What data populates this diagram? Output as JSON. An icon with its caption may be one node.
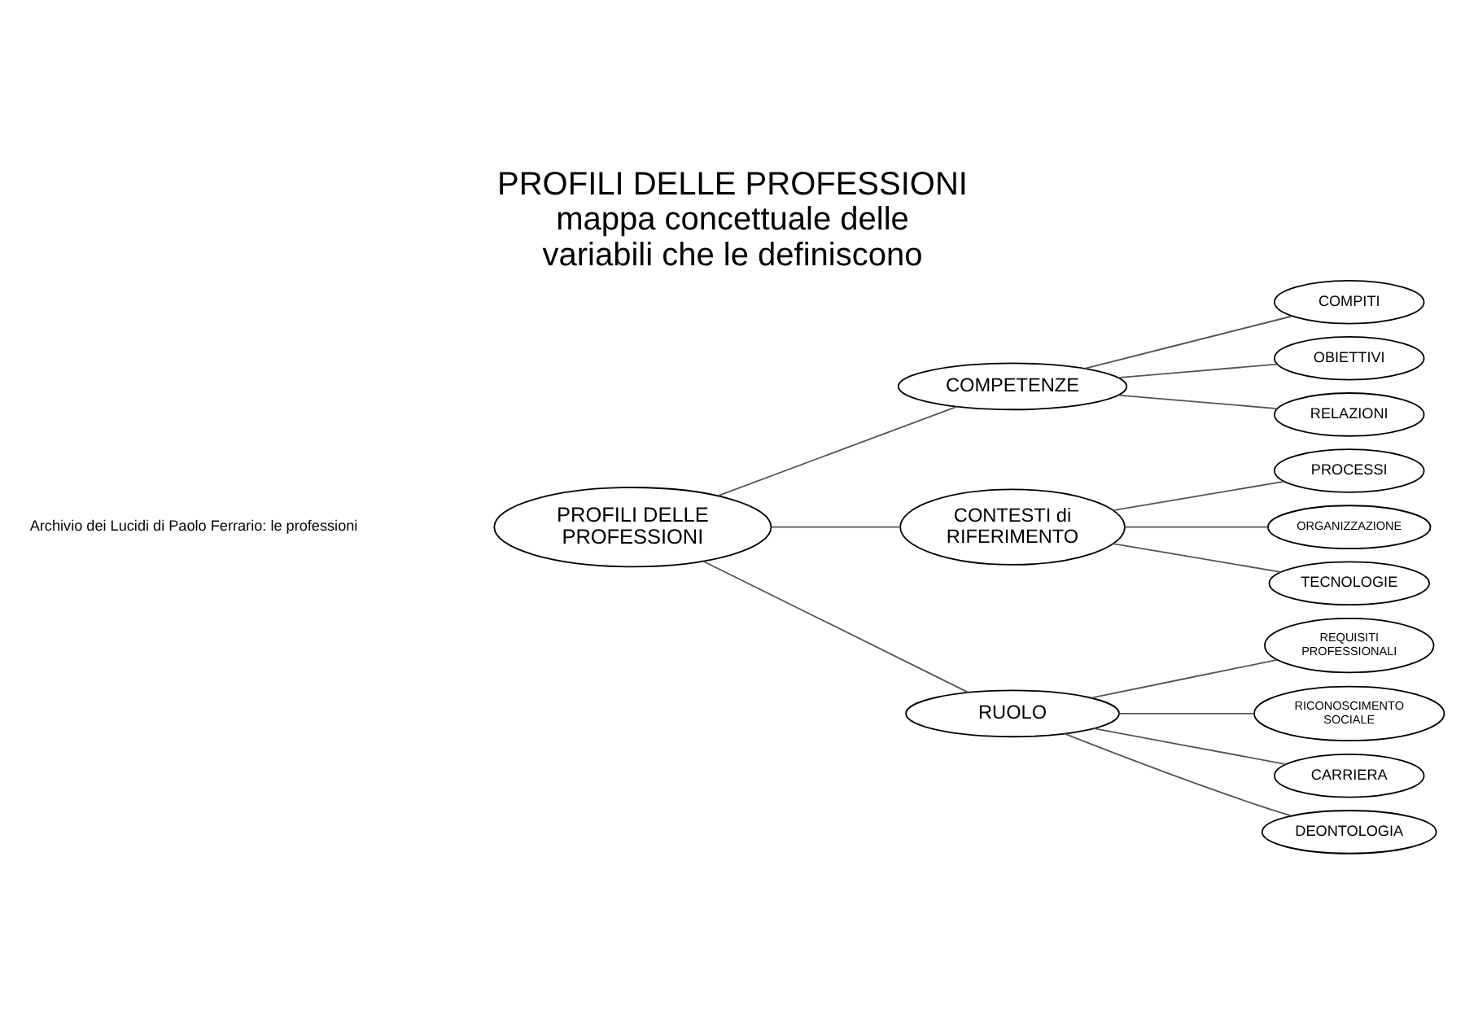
{
  "diagram": {
    "title": "PROFILI DELLE PROFESSIONI mappa concettuale delle variabili che le definiscono",
    "nodes": [
      {
        "text": [
          "PROFILI DELLE PROFESSIONI"
        ]
      },
      {
        "text": [
          "COMPETENZE"
        ]
      },
      {
        "text": [
          "CONTESTI di RIFERIMENTO"
        ]
      },
      {
        "text": [
          "RUOLO"
        ]
      },
      {
        "text": [
          "COMPITI"
        ]
      },
      {
        "text": [
          "OBIETTIVI"
        ]
      },
      {
        "text": [
          "RELAZIONI"
        ]
      },
      {
        "text": [
          "PROCESSI"
        ]
      },
      {
        "text": [
          "ORGANIZZAZIONE"
        ]
      },
      {
        "text": [
          "TECNOLOGIE"
        ]
      },
      {
        "text": [
          "REQUISITI PROFESSIONALI"
        ]
      },
      {
        "text": [
          "RICONOSCIMENTO SOCIALE"
        ]
      },
      {
        "text": [
          "CARRIERA"
        ]
      },
      {
        "text": [
          "DEONTOLOGIA"
        ]
      }
    ],
    "edges": [
      {
        "from": 0,
        "to": 1,
        "arrow": "none"
      },
      {
        "from": 0,
        "to": 2,
        "arrow": "none"
      },
      {
        "from": 0,
        "to": 3,
        "arrow": "none"
      },
      {
        "from": 1,
        "to": 4,
        "arrow": "none"
      },
      {
        "from": 1,
        "to": 5,
        "arrow": "none"
      },
      {
        "from": 1,
        "to": 6,
        "arrow": "none"
      },
      {
        "from": 2,
        "to": 7,
        "arrow": "none"
      },
      {
        "from": 2,
        "to": 8,
        "arrow": "none"
      },
      {
        "from": 2,
        "to": 9,
        "arrow": "none"
      },
      {
        "from": 3,
        "to": 10,
        "arrow": "none"
      },
      {
        "from": 3,
        "to": 11,
        "arrow": "none"
      },
      {
        "from": 3,
        "to": 12,
        "arrow": "none"
      },
      {
        "from": 3,
        "to": 13,
        "arrow": "none"
      }
    ],
    "labels": [
      "Archivio dei Lucidi di Paolo Ferrario: le professioni"
    ]
  }
}
